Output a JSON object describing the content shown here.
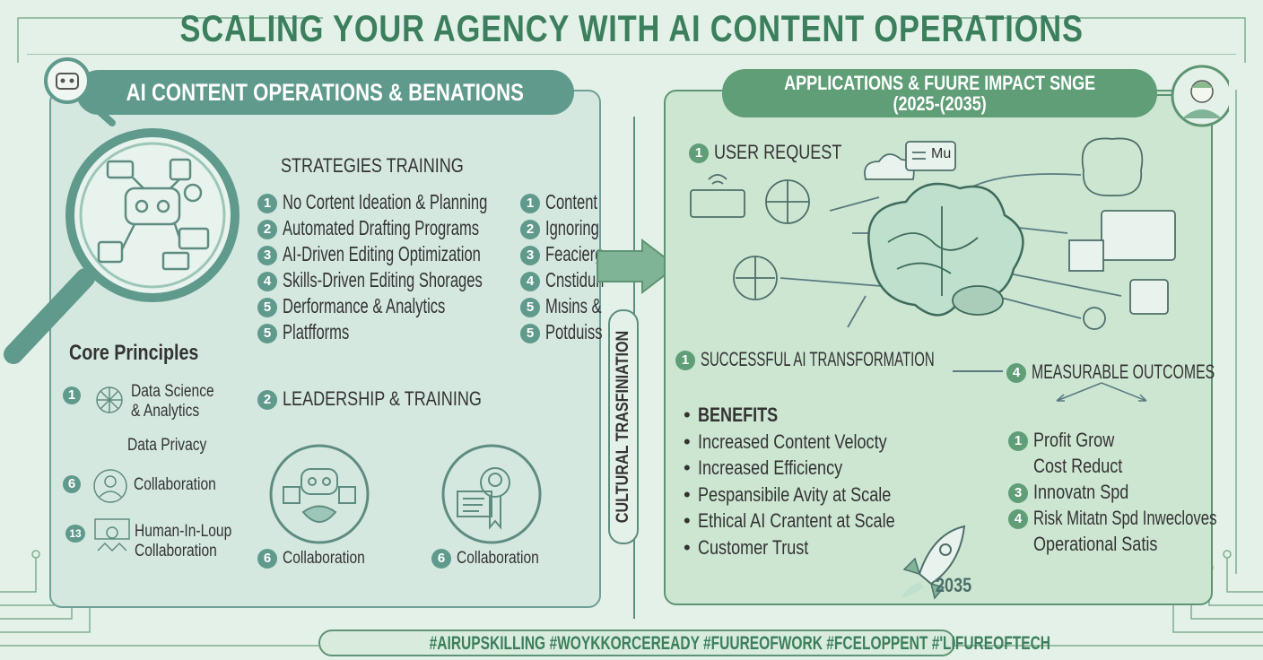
{
  "title": "SCALING YOUR AGENCY WITH AI CONTENT OPERATIONS",
  "left": {
    "header": "AI CONTENT OPERATIONS & BENATIONS",
    "strategies_title": "STRATEGIES TRAINING",
    "strategies": [
      {
        "n": "1",
        "t": "No Cortent Ideation & Planning"
      },
      {
        "n": "2",
        "t": "Automated Drafting Programs"
      },
      {
        "n": "3",
        "t": "AI-Driven Editing Optimization"
      },
      {
        "n": "4",
        "t": "Skills-Driven Editing Shorages"
      },
      {
        "n": "5",
        "t": "Derformance & Analytics"
      },
      {
        "n": "5",
        "t": "Platfforms"
      }
    ],
    "strategies_right": [
      {
        "n": "1",
        "t": "Content"
      },
      {
        "n": "2",
        "t": "Ignoring"
      },
      {
        "n": "3",
        "t": "Feacierg"
      },
      {
        "n": "4",
        "t": "Cnstidun"
      },
      {
        "n": "5",
        "t": "Mιsins &"
      },
      {
        "n": "5",
        "t": "Potduiss"
      }
    ],
    "core_title": "Core Principles",
    "core": [
      {
        "n": "1",
        "t1": "Data Science",
        "t2": "& Analytics"
      },
      {
        "n": "",
        "t1": "Data Privacy",
        "t2": ""
      },
      {
        "n": "6",
        "t1": "Collaboration",
        "t2": ""
      },
      {
        "n": "13",
        "t1": "Human-In-Loup",
        "t2": "Collaboration"
      }
    ],
    "leadership": {
      "n": "2",
      "t": "LEADERSHIP & TRAINING"
    },
    "collab": [
      {
        "n": "6",
        "t": "Collaboration"
      },
      {
        "n": "6",
        "t": "Collaboration"
      }
    ]
  },
  "cultural": "CULTURAL TRASFINIATION",
  "right": {
    "header_line1": "APPLICATIONS & FUURE IMPACT SNGE",
    "header_line2": "(2025-(2035)",
    "user_request": {
      "n": "1",
      "t": "USER REQUEST"
    },
    "chat_text": "Mu",
    "transformation": {
      "n": "1",
      "t": "SUCCESSFUL AI TRANSFORMATION"
    },
    "outcomes": {
      "n": "4",
      "t": "MEASURABLE OUTCOMES"
    },
    "benefits_title": "BENEFITS",
    "benefits": [
      "Increased Content Velocty",
      "Increased Efficiency",
      "Pespansibile Avity at Scale",
      "Ethical AI Crantent at Scale",
      "Customer Trust"
    ],
    "outcome_list": [
      {
        "n": "1",
        "t": "Profit Grow"
      },
      {
        "n": "",
        "t": "Cost Reduct"
      },
      {
        "n": "3",
        "t": "Innovatn Spd"
      },
      {
        "n": "4",
        "t": "Risk Mitatn Spd Inwecloves"
      },
      {
        "n": "",
        "t": "Operational Satis"
      }
    ],
    "year": "2035"
  },
  "hashtags": "#AIRUPSKILLING #WOYKKORCEREADY #FUUREOFWORK #FCELOPPENT #'LIFUREOFTECH",
  "colors": {
    "accent": "#3c7f5c",
    "teal": "#5f9a8c",
    "green": "#5f9e77"
  }
}
